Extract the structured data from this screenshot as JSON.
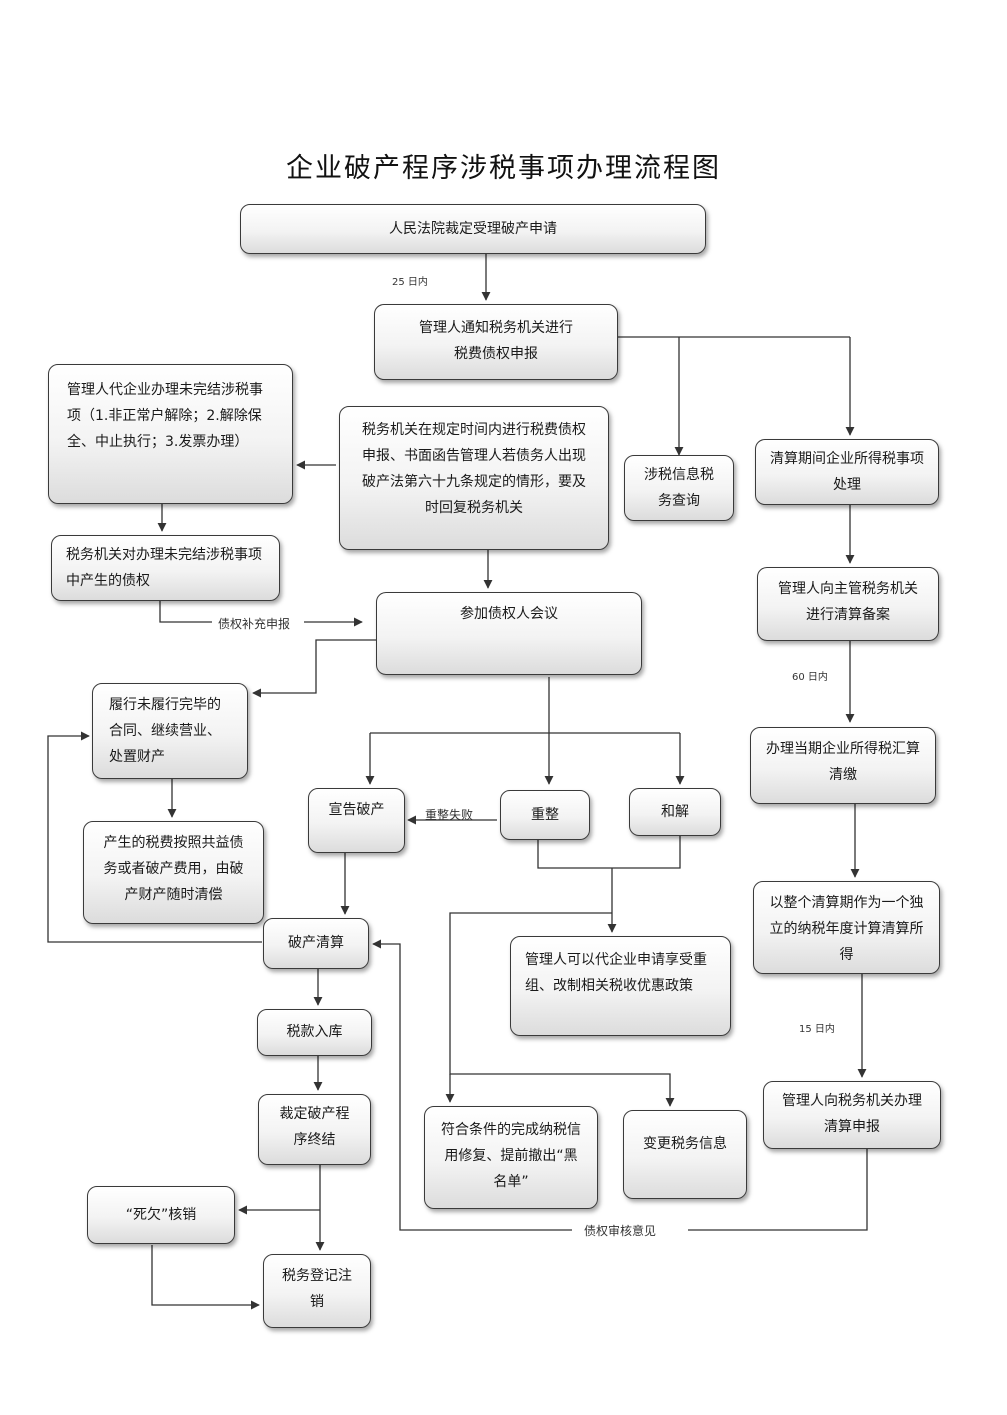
{
  "title": "企业破产程序涉税事项办理流程图",
  "nodes": {
    "court": "人民法院裁定受理破产申请",
    "notify": "管理人通知税务机关进行税费债权申报",
    "tax_authority": "税务机关在规定时间内进行税费债权申报、书面函告管理人若债务人出现破产法第六十九条规定的情形，要及时回复税务机关",
    "agent": "管理人代企业办理未完结涉税事项（1.非正常户解除；2.解除保全、中止执行；3.发票办理）",
    "claim": "税务机关对办理未完结涉税事项中产生的债权",
    "meeting": "参加债权人会议",
    "contracts": "履行未履行完毕的合同、继续营业、处置财产",
    "fees": "产生的税费按照共益债务或者破产费用，由破产财产随时清偿",
    "declare": "宣告破产",
    "reorg": "重整",
    "settle": "和解",
    "liquidation": "破产清算",
    "tax_in": "税款入库",
    "terminate": "裁定破产程序终结",
    "bad_debt": "“死欠”核销",
    "dereg": "税务登记注销",
    "preferential": "管理人可以代企业申请享受重组、改制相关税收优惠政策",
    "credit": "符合条件的完成纳税信用修复、提前撤出“黑名单”",
    "change": "变更税务信息",
    "query": "涉税信息税务查询",
    "cit": "清算期间企业所得税事项处理",
    "filing": "管理人向主管税务机关进行清算备案",
    "annual": "办理当期企业所得税汇算清缴",
    "period": "以整个清算期作为一个独立的纳税年度计算清算所得",
    "report": "管理人向税务机关办理清算申报"
  },
  "labels": {
    "days25": "25 日内",
    "supplement": "债权补充申报",
    "reorg_fail": "重整失败",
    "days60": "60 日内",
    "days15": "15 日内",
    "review": "债权审核意见"
  }
}
